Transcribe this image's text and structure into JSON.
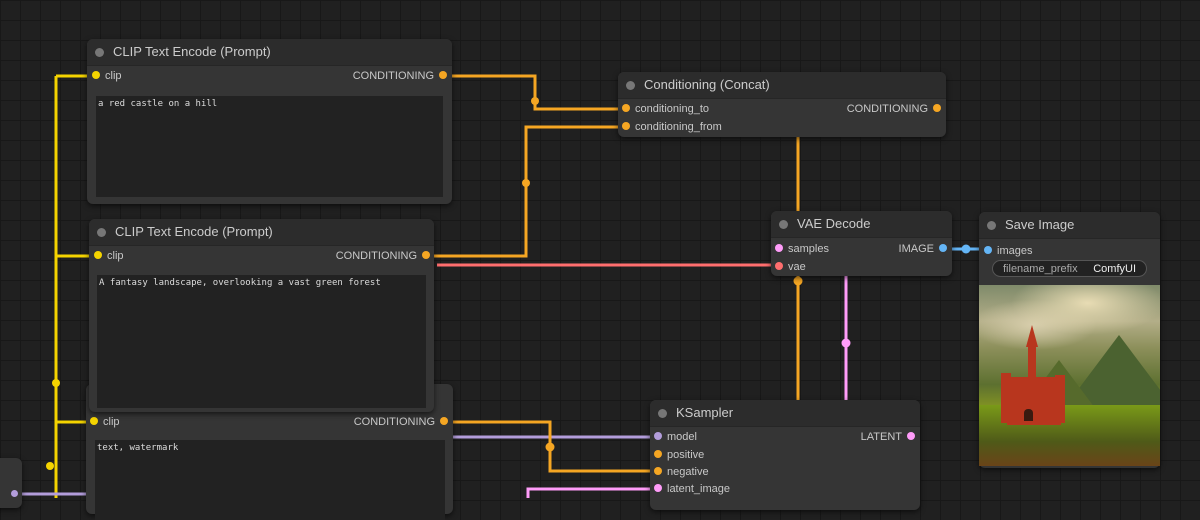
{
  "colors": {
    "clip": "#f5d400",
    "conditioning": "#f5a623",
    "vae": "#ff6e6e",
    "latent": "#ff9cf9",
    "model": "#b39ddb",
    "image": "#64b5f6"
  },
  "nodes": {
    "clip1": {
      "title": "CLIP Text Encode (Prompt)",
      "input": "clip",
      "output": "CONDITIONING",
      "text": "a red castle on a hill"
    },
    "clip2": {
      "title": "CLIP Text Encode (Prompt)",
      "input": "clip",
      "output": "CONDITIONING",
      "text": "A fantasy landscape, overlooking a vast green forest"
    },
    "clip3": {
      "input": "clip",
      "output": "CONDITIONING",
      "text": "text, watermark"
    },
    "concat": {
      "title": "Conditioning (Concat)",
      "inputs": [
        "conditioning_to",
        "conditioning_from"
      ],
      "output": "CONDITIONING"
    },
    "vae_decode": {
      "title": "VAE Decode",
      "inputs": [
        "samples",
        "vae"
      ],
      "output": "IMAGE"
    },
    "save_image": {
      "title": "Save Image",
      "input": "images",
      "widget_label": "filename_prefix",
      "widget_value": "ComfyUI"
    },
    "ksampler": {
      "title": "KSampler",
      "inputs": [
        "model",
        "positive",
        "negative",
        "latent_image"
      ],
      "output": "LATENT"
    }
  }
}
